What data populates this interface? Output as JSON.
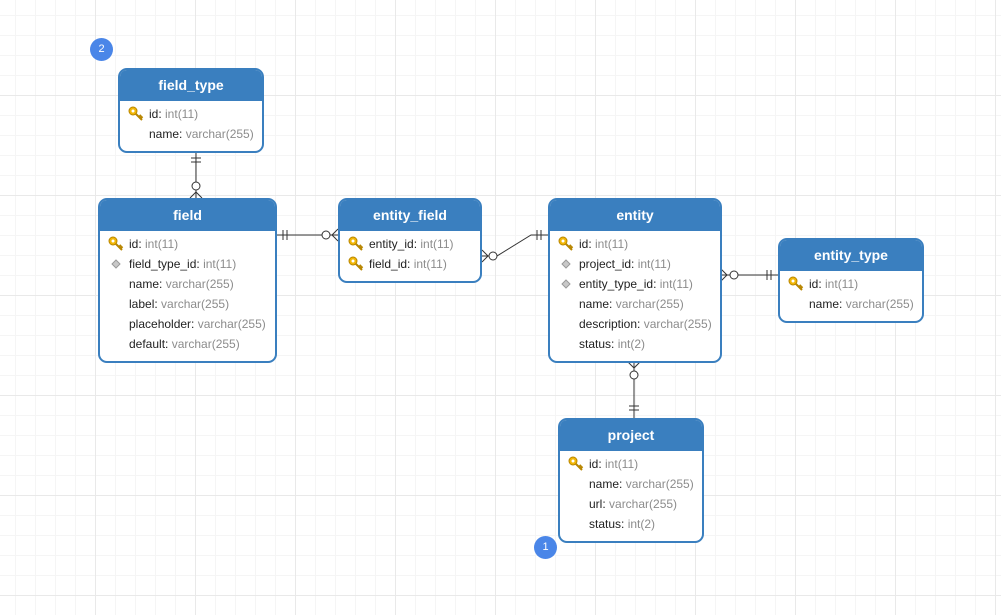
{
  "badges": [
    "2",
    "1"
  ],
  "tables": {
    "field_type": {
      "title": "field_type",
      "columns": [
        {
          "name": "id",
          "type": "int(11)",
          "icon": "key-icon"
        },
        {
          "name": "name",
          "type": "varchar(255)",
          "icon": ""
        }
      ]
    },
    "field": {
      "title": "field",
      "columns": [
        {
          "name": "id",
          "type": "int(11)",
          "icon": "key-icon"
        },
        {
          "name": "field_type_id",
          "type": "int(11)",
          "icon": "foreign-key-icon"
        },
        {
          "name": "name",
          "type": "varchar(255)",
          "icon": ""
        },
        {
          "name": "label",
          "type": "varchar(255)",
          "icon": ""
        },
        {
          "name": "placeholder",
          "type": "varchar(255)",
          "icon": ""
        },
        {
          "name": "default",
          "type": "varchar(255)",
          "icon": ""
        }
      ]
    },
    "entity_field": {
      "title": "entity_field",
      "columns": [
        {
          "name": "entity_id",
          "type": "int(11)",
          "icon": "key-icon"
        },
        {
          "name": "field_id",
          "type": "int(11)",
          "icon": "key-icon"
        }
      ]
    },
    "entity": {
      "title": "entity",
      "columns": [
        {
          "name": "id",
          "type": "int(11)",
          "icon": "key-icon"
        },
        {
          "name": "project_id",
          "type": "int(11)",
          "icon": "foreign-key-icon"
        },
        {
          "name": "entity_type_id",
          "type": "int(11)",
          "icon": "foreign-key-icon"
        },
        {
          "name": "name",
          "type": "varchar(255)",
          "icon": ""
        },
        {
          "name": "description",
          "type": "varchar(255)",
          "icon": ""
        },
        {
          "name": "status",
          "type": "int(2)",
          "icon": ""
        }
      ]
    },
    "entity_type": {
      "title": "entity_type",
      "columns": [
        {
          "name": "id",
          "type": "int(11)",
          "icon": "key-icon"
        },
        {
          "name": "name",
          "type": "varchar(255)",
          "icon": ""
        }
      ]
    },
    "project": {
      "title": "project",
      "columns": [
        {
          "name": "id",
          "type": "int(11)",
          "icon": "key-icon"
        },
        {
          "name": "name",
          "type": "varchar(255)",
          "icon": ""
        },
        {
          "name": "url",
          "type": "varchar(255)",
          "icon": ""
        },
        {
          "name": "status",
          "type": "int(2)",
          "icon": ""
        }
      ]
    }
  },
  "relations": [
    {
      "from": "field_type",
      "to": "field",
      "from_card": "one",
      "to_card": "many-optional"
    },
    {
      "from": "field",
      "to": "entity_field",
      "from_card": "one",
      "to_card": "many-optional"
    },
    {
      "from": "entity_field",
      "to": "entity",
      "from_card": "many-optional",
      "to_card": "one"
    },
    {
      "from": "entity",
      "to": "entity_type",
      "from_card": "many-optional",
      "to_card": "one"
    },
    {
      "from": "entity",
      "to": "project",
      "from_card": "many-optional",
      "to_card": "one"
    }
  ],
  "colors": {
    "header": "#3a7fbf",
    "badge": "#4a86e8",
    "key": "#f2b705",
    "type_text": "#8c8c8c"
  }
}
